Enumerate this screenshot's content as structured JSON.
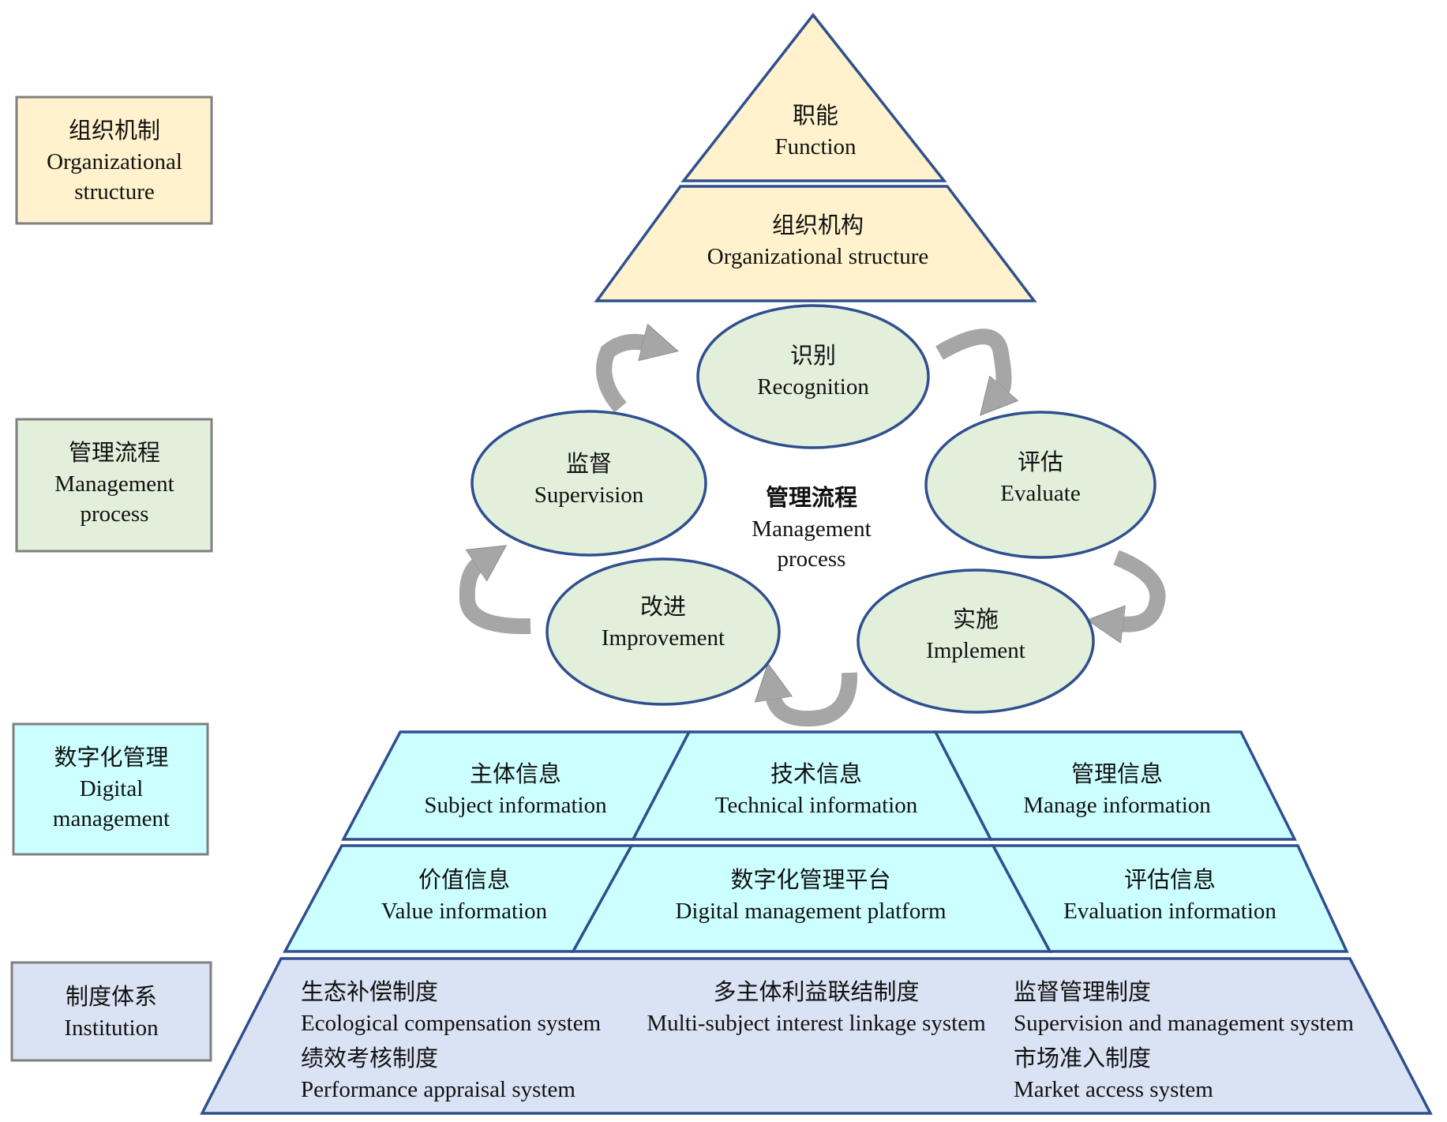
{
  "colors": {
    "outline": "#2f4f8f",
    "side_outline": "#7f7f7f",
    "org_fill": "#fff2cc",
    "process_fill": "#e2efda",
    "digital_fill": "#ccffff",
    "institution_fill": "#dae3f3",
    "arrow_fill": "#a6a6a6"
  },
  "side_labels": [
    {
      "zh": "组织机制",
      "en": [
        "Organizational",
        "structure"
      ]
    },
    {
      "zh": "管理流程",
      "en": [
        "Management",
        "process"
      ]
    },
    {
      "zh": "数字化管理",
      "en": [
        "Digital",
        "management"
      ]
    },
    {
      "zh": "制度体系",
      "en": [
        "Institution"
      ]
    }
  ],
  "organization": {
    "top": {
      "zh": "职能",
      "en": "Function"
    },
    "bottom": {
      "zh": "组织机构",
      "en": "Organizational structure"
    }
  },
  "process": {
    "center": {
      "zh": "管理流程",
      "en": [
        "Management",
        "process"
      ]
    },
    "nodes": [
      {
        "zh": "识别",
        "en": "Recognition"
      },
      {
        "zh": "评估",
        "en": "Evaluate"
      },
      {
        "zh": "实施",
        "en": "Implement"
      },
      {
        "zh": "改进",
        "en": "Improvement"
      },
      {
        "zh": "监督",
        "en": "Supervision"
      }
    ]
  },
  "digital": {
    "row1": [
      {
        "zh": "主体信息",
        "en": "Subject information"
      },
      {
        "zh": "技术信息",
        "en": "Technical information"
      },
      {
        "zh": "管理信息",
        "en": "Manage information"
      }
    ],
    "row2": [
      {
        "zh": "价值信息",
        "en": "Value information"
      },
      {
        "zh": "数字化管理平台",
        "en": "Digital management platform"
      },
      {
        "zh": "评估信息",
        "en": "Evaluation information"
      }
    ]
  },
  "institution": {
    "items": [
      {
        "zh": "生态补偿制度",
        "en": "Ecological compensation system"
      },
      {
        "zh": "绩效考核制度",
        "en": "Performance appraisal system"
      },
      {
        "zh": "多主体利益联结制度",
        "en": "Multi-subject interest linkage system"
      },
      {
        "zh": "监督管理制度",
        "en": "Supervision and management system"
      },
      {
        "zh": "市场准入制度",
        "en": "Market access system"
      }
    ]
  }
}
